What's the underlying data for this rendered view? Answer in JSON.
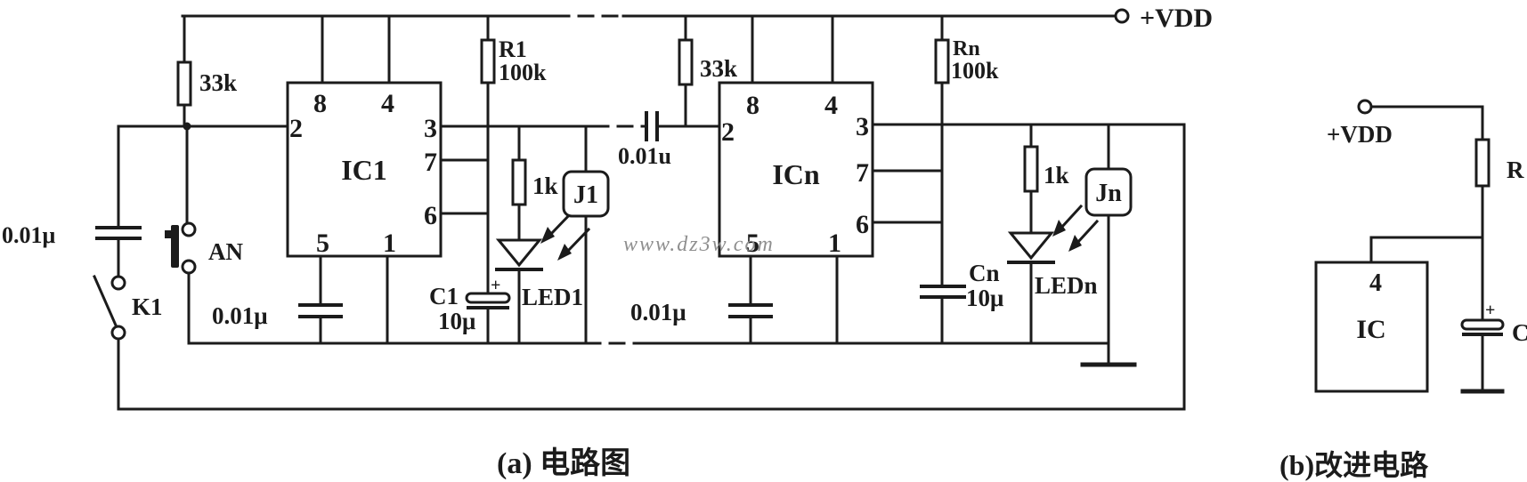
{
  "colors": {
    "ink": "#1b1b1b",
    "paper": "#ffffff",
    "watermark": "#8f8f8f"
  },
  "watermark": {
    "text": "www.dz3w.com"
  },
  "captions": {
    "a": "(a) 电路图",
    "b": "(b)改进电路"
  },
  "circuit_a": {
    "vdd_label": "+VDD",
    "r33k_left": "33k",
    "cap_input": "0.01μ",
    "button": "AN",
    "switch": "K1",
    "ic1": {
      "label": "IC1",
      "p8": "8",
      "p4": "4",
      "p2": "2",
      "p3": "3",
      "p7": "7",
      "p6": "6",
      "p5": "5",
      "p1": "1"
    },
    "r1": {
      "name": "R1",
      "value": "100k"
    },
    "cap_pin5_1": "0.01μ",
    "c1": {
      "name": "C1",
      "value": "10μ",
      "plus": "+"
    },
    "r1k_1": "1k",
    "relay1": "J1",
    "led1": "LED1",
    "cap_coupling": "0.01u",
    "r33k_n": "33k",
    "icn": {
      "label": "ICn",
      "p8": "8",
      "p4": "4",
      "p2": "2",
      "p3": "3",
      "p7": "7",
      "p6": "6",
      "p5": "5",
      "p1": "1"
    },
    "rn": {
      "name": "Rn",
      "value": "100k"
    },
    "cap_pin5_n": "0.01μ",
    "cn": {
      "name": "Cn",
      "value": "10μ"
    },
    "r1k_n": "1k",
    "relayn": "Jn",
    "ledn": "LEDn"
  },
  "circuit_b": {
    "vdd_label": "+VDD",
    "r": "R",
    "c": "C",
    "plus": "+",
    "ic": {
      "label": "IC",
      "p4": "4"
    }
  }
}
